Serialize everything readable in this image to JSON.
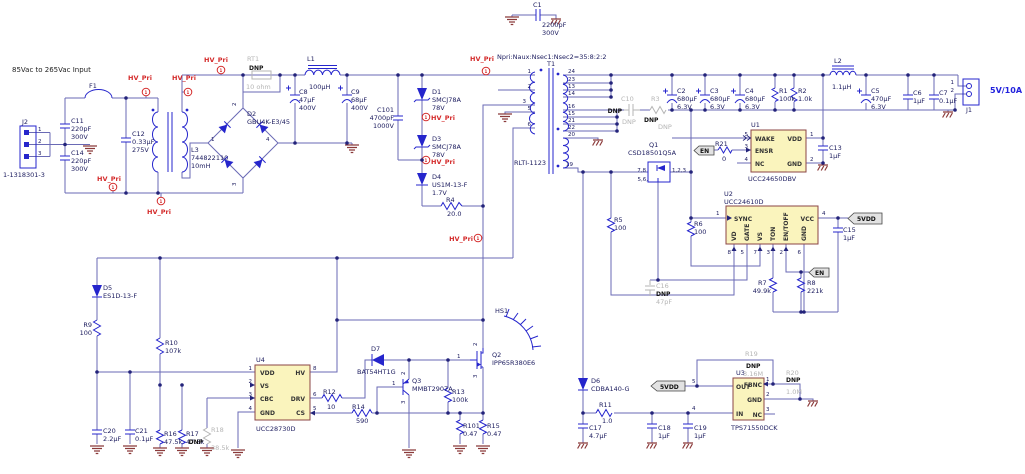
{
  "title": "85Vac to 265Vac Input",
  "ratio_note": "Npri:Naux:Nsec1:Nsec2=35:8:2:2",
  "colors": {
    "wire": "#6a6ab5",
    "symbol": "#2525cc",
    "ground": "#8b3a3a",
    "label": "#1b1b5e",
    "dnp_gray": "#b5b5b5",
    "flag_red": "#d42a2a",
    "ic_fill": "#faf4bd",
    "ic_border": "#8b4545",
    "output_blue": "#2222dd"
  },
  "net_flags": {
    "hv_pri": "HV_Pri",
    "hv_pri_pin": "1",
    "en": "EN",
    "vdd5": "5VDD"
  },
  "connectors": {
    "J2": {
      "ref": "J2",
      "part": "1-1318301-3",
      "pins": [
        "1",
        "2",
        "3"
      ]
    },
    "J1": {
      "ref": "J1",
      "pins": [
        "1",
        "2"
      ],
      "rating": "5V/10A"
    }
  },
  "transformer": {
    "ref": "T1",
    "part": "RLTI-1123",
    "pins_left": [
      "1",
      "2",
      "3",
      "5",
      "6"
    ],
    "pins_right": [
      "24",
      "23",
      "13",
      "14",
      "16",
      "15",
      "21",
      "22",
      "20",
      "19"
    ]
  },
  "parts": {
    "F1": {
      "ref": "F1"
    },
    "C11": {
      "ref": "C11",
      "v": [
        "220pF",
        "300V"
      ]
    },
    "C14": {
      "ref": "C14",
      "v": [
        "220pF",
        "300V"
      ]
    },
    "C12": {
      "ref": "C12",
      "v": [
        "0.33µF",
        "275V"
      ]
    },
    "L3": {
      "ref": "L3",
      "v": [
        "744822110",
        "10mH"
      ]
    },
    "RT1": {
      "ref": "RT1",
      "dnp": "DNP",
      "v": [
        "10 ohm"
      ]
    },
    "D2": {
      "ref": "D2",
      "part": "GBU4K-E3/45",
      "pins": [
        "1",
        "2",
        "3",
        "4"
      ]
    },
    "L1": {
      "ref": "L1",
      "v": [
        "100µH"
      ]
    },
    "C8": {
      "ref": "C8",
      "v": [
        "47µF",
        "400V"
      ]
    },
    "C9": {
      "ref": "C9",
      "v": [
        "68µF",
        "400V"
      ]
    },
    "C101": {
      "ref": "C101",
      "v": [
        "4700pF",
        "1000V"
      ]
    },
    "D1": {
      "ref": "D1",
      "v": [
        "SMCJ78A",
        "78V"
      ]
    },
    "D3": {
      "ref": "D3",
      "v": [
        "SMCJ78A",
        "78V"
      ]
    },
    "D4": {
      "ref": "D4",
      "v": [
        "US1M-13-F",
        "1.7V"
      ]
    },
    "R4": {
      "ref": "R4",
      "v": [
        "20.0"
      ]
    },
    "C1": {
      "ref": "C1",
      "v": [
        "2200pF",
        "300V"
      ]
    },
    "C10": {
      "ref": "C10",
      "dnp": "DNP",
      "v": [
        "DNP"
      ]
    },
    "R3": {
      "ref": "R3",
      "dnp": "DNP",
      "v": [
        "DNP"
      ]
    },
    "C2": {
      "ref": "C2",
      "v": [
        "680µF",
        "6.3V"
      ]
    },
    "C3": {
      "ref": "C3",
      "v": [
        "680µF",
        "6.3V"
      ]
    },
    "C4": {
      "ref": "C4",
      "v": [
        "680µF",
        "6.3V"
      ]
    },
    "R1": {
      "ref": "R1",
      "v": [
        "100k"
      ]
    },
    "R2": {
      "ref": "R2",
      "v": [
        "1.0k"
      ]
    },
    "L2": {
      "ref": "L2",
      "v": [
        "1.1µH"
      ]
    },
    "C5": {
      "ref": "C5",
      "v": [
        "470µF",
        "6.3V"
      ]
    },
    "C6": {
      "ref": "C6",
      "v": [
        "1µF"
      ]
    },
    "C7": {
      "ref": "C7",
      "v": [
        "0.1µF"
      ]
    },
    "C13": {
      "ref": "C13",
      "v": [
        "1µF"
      ]
    },
    "R21": {
      "ref": "R21",
      "v": [
        "0"
      ]
    },
    "Q1": {
      "ref": "Q1",
      "part": "CSD18501Q5A",
      "pins": [
        "7,8",
        "5,6,",
        "1,2,3"
      ]
    },
    "R5": {
      "ref": "R5",
      "v": [
        "100"
      ]
    },
    "R6": {
      "ref": "R6",
      "v": [
        "100"
      ]
    },
    "C15": {
      "ref": "C15",
      "v": [
        "1µF"
      ]
    },
    "R7": {
      "ref": "R7",
      "v": [
        "49.9k"
      ]
    },
    "R8": {
      "ref": "R8",
      "v": [
        "221k"
      ]
    },
    "C16": {
      "ref": "C16",
      "dnp": "DNP",
      "v": [
        "47pF"
      ]
    },
    "D5": {
      "ref": "D5",
      "part": "ES1D-13-F"
    },
    "R9": {
      "ref": "R9",
      "v": [
        "100"
      ]
    },
    "R10": {
      "ref": "R10",
      "v": [
        "107k"
      ]
    },
    "R16": {
      "ref": "R16",
      "v": [
        "47.5k"
      ]
    },
    "R17": {
      "ref": "R17",
      "v": [
        "47.5k"
      ]
    },
    "R18": {
      "ref": "R18",
      "dnp": "DNP",
      "v": [
        "38.5k"
      ]
    },
    "C20": {
      "ref": "C20",
      "v": [
        "2.2µF"
      ]
    },
    "C21": {
      "ref": "C21",
      "v": [
        "0.1µF"
      ]
    },
    "R12": {
      "ref": "R12",
      "v": [
        "10"
      ]
    },
    "R14": {
      "ref": "R14",
      "v": [
        "590"
      ]
    },
    "D7": {
      "ref": "D7",
      "part": "BAT54HT1G"
    },
    "Q3": {
      "ref": "Q3",
      "part": "MMBT2907A",
      "pins": [
        "1",
        "2",
        "3"
      ]
    },
    "R13": {
      "ref": "R13",
      "v": [
        "100k"
      ]
    },
    "R101": {
      "ref": "R101",
      "v": [
        "0.47"
      ]
    },
    "R15": {
      "ref": "R15",
      "v": [
        "0.47"
      ]
    },
    "Q2": {
      "ref": "Q2",
      "part": "IPP65R380E6",
      "pins": [
        "1",
        "2",
        "3"
      ]
    },
    "HS1": {
      "ref": "HS1"
    },
    "D6": {
      "ref": "D6",
      "part": "CDBA140-G"
    },
    "R11": {
      "ref": "R11",
      "v": [
        "1.0"
      ]
    },
    "C17": {
      "ref": "C17",
      "v": [
        "4.7µF"
      ]
    },
    "C18": {
      "ref": "C18",
      "v": [
        "1µF"
      ]
    },
    "C19": {
      "ref": "C19",
      "v": [
        "1µF"
      ]
    },
    "R19": {
      "ref": "R19",
      "dnp": "DNP",
      "v": [
        "3.16M"
      ]
    },
    "R20": {
      "ref": "R20",
      "dnp": "DNP",
      "v": [
        "1.0M"
      ]
    }
  },
  "ics": {
    "U1": {
      "ref": "U1",
      "part": "UCC24650DBV",
      "left": [
        {
          "n": "5",
          "name": "WAKE"
        },
        {
          "n": "3",
          "name": "ENSR"
        },
        {
          "n": "4",
          "name": "NC"
        }
      ],
      "right": [
        {
          "n": "1",
          "name": "VDD"
        },
        {
          "n": "2",
          "name": "GND"
        }
      ]
    },
    "U2": {
      "ref": "U2",
      "part": "UCC24610D",
      "left": [
        {
          "n": "1",
          "name": "SYNC"
        }
      ],
      "right": [
        {
          "n": "4",
          "name": "VCC"
        }
      ],
      "bottom": [
        {
          "n": "8",
          "name": "VD"
        },
        {
          "n": "5",
          "name": "GATE"
        },
        {
          "n": "7",
          "name": "VS"
        },
        {
          "n": "3",
          "name": "TON"
        },
        {
          "n": "2",
          "name": "EN/TOFF"
        },
        {
          "n": "6",
          "name": "GND"
        }
      ]
    },
    "U3": {
      "ref": "U3",
      "part": "TPS71550DCK",
      "left": [
        {
          "n": "5",
          "name": "OUT"
        },
        {
          "n": "4",
          "name": "IN"
        }
      ],
      "right": [
        {
          "n": "1",
          "name": "FBNC"
        },
        {
          "n": "2",
          "name": "GND"
        },
        {
          "n": "3",
          "name": "NC"
        }
      ]
    },
    "U4": {
      "ref": "U4",
      "part": "UCC28730D",
      "left": [
        {
          "n": "1",
          "name": "VDD"
        },
        {
          "n": "2",
          "name": "VS"
        },
        {
          "n": "3",
          "name": "CBC"
        },
        {
          "n": "4",
          "name": "GND"
        }
      ],
      "right": [
        {
          "n": "8",
          "name": "HV"
        },
        {
          "n": "6",
          "name": "DRV"
        },
        {
          "n": "5",
          "name": "CS"
        }
      ]
    }
  }
}
